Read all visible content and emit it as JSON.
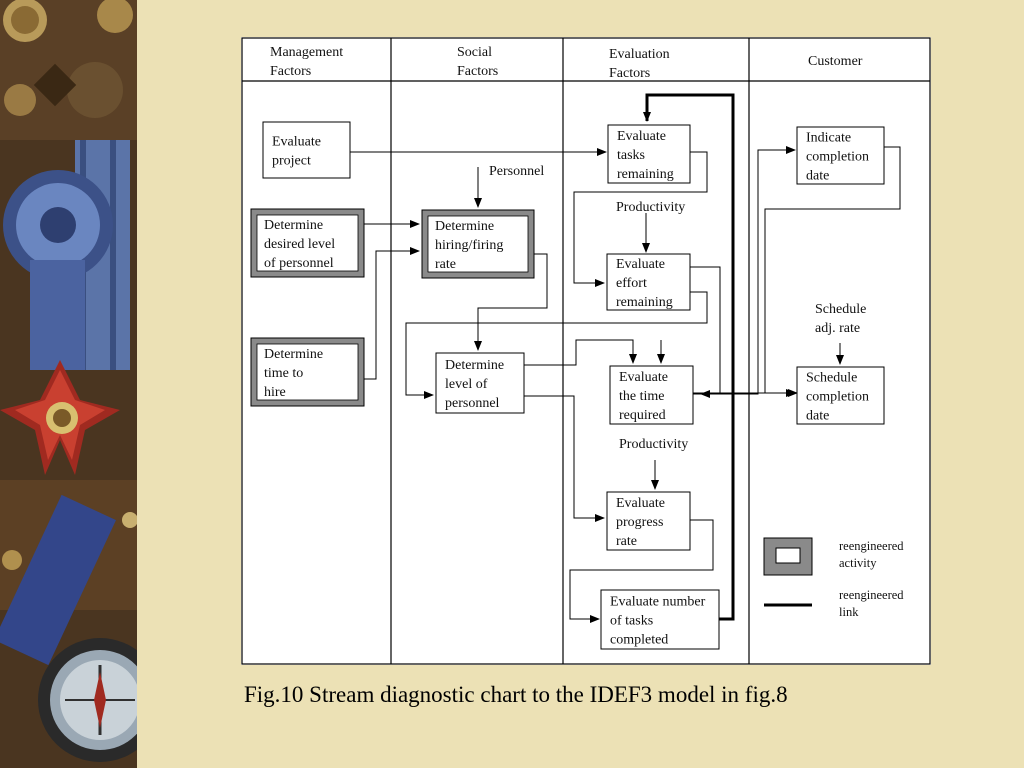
{
  "columns": [
    {
      "lines": [
        "Management",
        "Factors"
      ]
    },
    {
      "lines": [
        "Social",
        "Factors"
      ]
    },
    {
      "lines": [
        "Evaluation",
        "Factors"
      ]
    },
    {
      "lines": [
        "Customer"
      ]
    }
  ],
  "nodes": {
    "evaluate_project": {
      "lines": [
        "Evaluate",
        "project"
      ],
      "reengineered": false
    },
    "determine_desired_level": {
      "lines": [
        "Determine",
        "desired level",
        "of personnel"
      ],
      "reengineered": true
    },
    "determine_time_to_hire": {
      "lines": [
        "Determine",
        "time to",
        "hire"
      ],
      "reengineered": true
    },
    "determine_hiring_rate": {
      "lines": [
        "Determine",
        "hiring/firing",
        "rate"
      ],
      "reengineered": true
    },
    "determine_level_personnel": {
      "lines": [
        "Determine",
        "level of",
        "personnel"
      ],
      "reengineered": false
    },
    "evaluate_tasks_remaining": {
      "lines": [
        "Evaluate",
        "tasks",
        "remaining"
      ],
      "reengineered": false
    },
    "evaluate_effort_remaining": {
      "lines": [
        "Evaluate",
        "effort",
        "remaining"
      ],
      "reengineered": false
    },
    "evaluate_time_required": {
      "lines": [
        "Evaluate",
        "the time",
        "required"
      ],
      "reengineered": false
    },
    "evaluate_progress_rate": {
      "lines": [
        "Evaluate",
        "progress",
        "rate"
      ],
      "reengineered": false
    },
    "evaluate_tasks_completed": {
      "lines": [
        "Evaluate number",
        "of tasks",
        "completed"
      ],
      "reengineered": false
    },
    "indicate_completion_date": {
      "lines": [
        "Indicate",
        "completion",
        "date"
      ],
      "reengineered": false
    },
    "schedule_completion_date": {
      "lines": [
        "Schedule",
        "completion",
        "date"
      ],
      "reengineered": false
    }
  },
  "labels": {
    "personnel": [
      "Personnel"
    ],
    "productivity_1": [
      "Productivity"
    ],
    "productivity_2": [
      "Productivity"
    ],
    "schedule_adj": [
      "Schedule",
      "adj. rate"
    ]
  },
  "legend": {
    "activity": [
      "reengineered",
      "activity"
    ],
    "link": [
      "reengineered",
      "link"
    ]
  },
  "caption": "Fig.10 Stream diagnostic chart to the IDEF3 model in fig.8"
}
